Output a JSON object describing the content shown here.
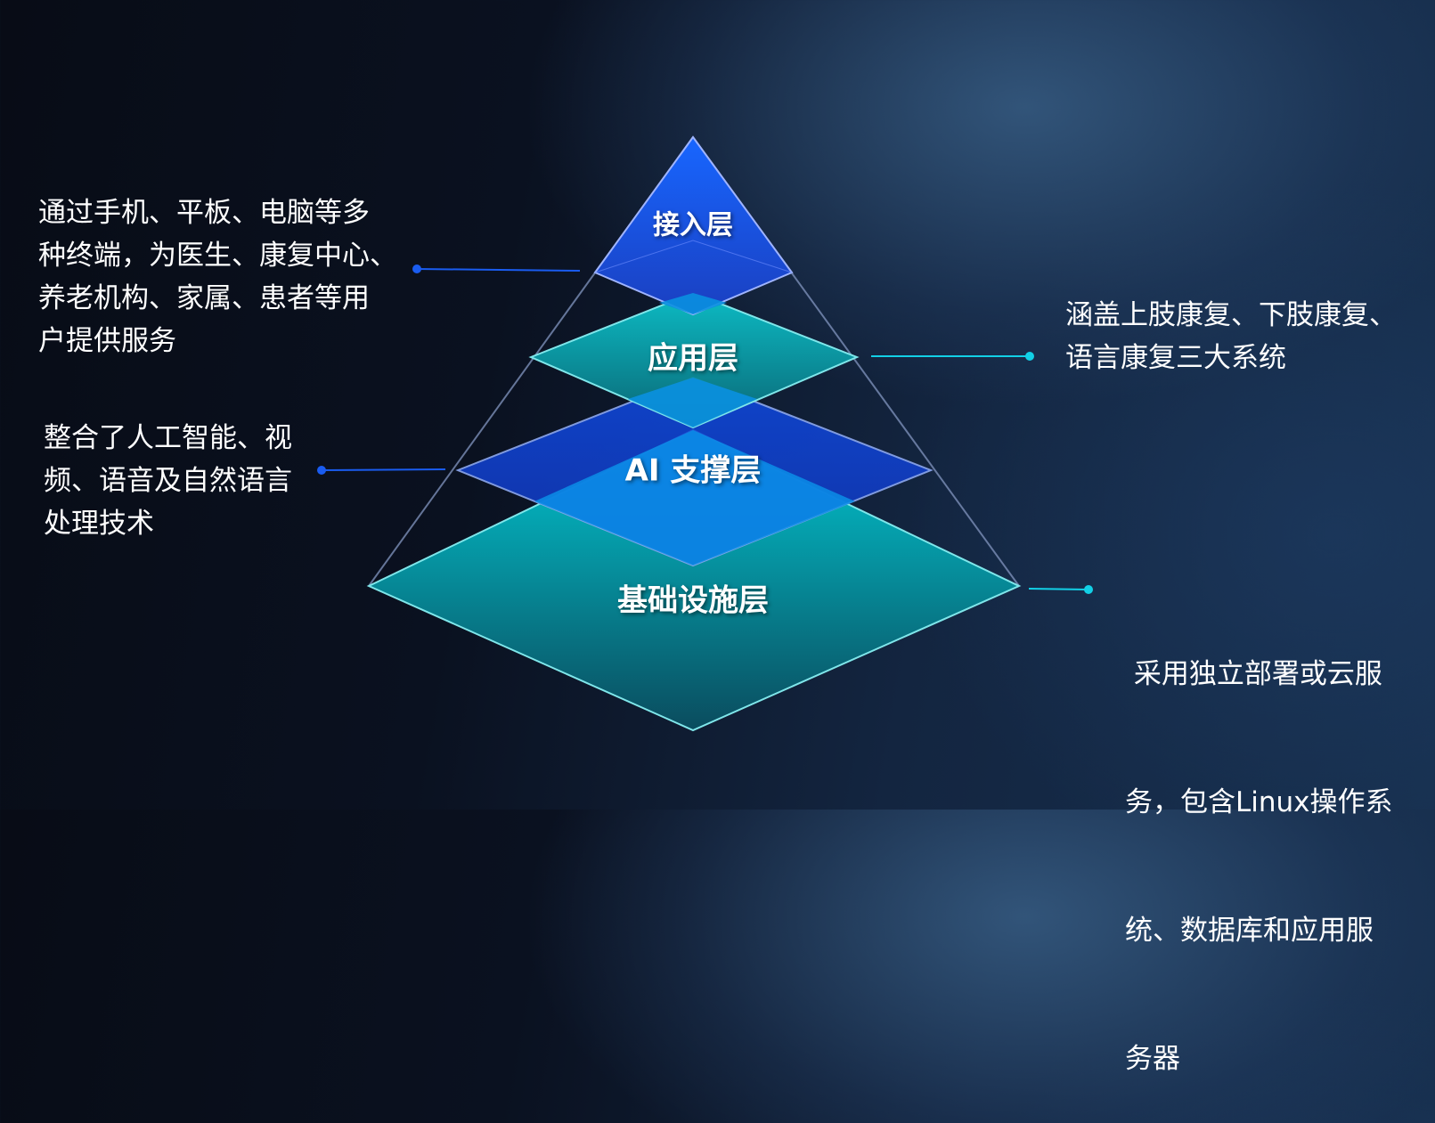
{
  "layers": [
    {
      "label": "接入层",
      "color": "#1560f0"
    },
    {
      "label": "应用层",
      "color": "#0aa8b4"
    },
    {
      "label": "AI 支撑层",
      "color": "#1148d8"
    },
    {
      "label": "基础设施层",
      "color": "#05b8c4"
    }
  ],
  "descriptions": {
    "access": [
      "通过手机、平板、电脑等多",
      "种终端，为医生、康复中心、",
      "养老机构、家属、患者等用",
      "户提供服务"
    ],
    "application": [
      "涵盖上肢康复、下肢康复、",
      "语言康复三大系统"
    ],
    "ai": [
      "整合了人工智能、视",
      "频、语音及自然语言",
      "处理技术"
    ],
    "infrastructure": [
      " 采用独立部署或云服",
      "务，包含Linux操作系",
      "统、数据库和应用服",
      "务器"
    ]
  },
  "colors": {
    "blue_connector": "#1a5cf0",
    "cyan_connector": "#12d0e6"
  }
}
